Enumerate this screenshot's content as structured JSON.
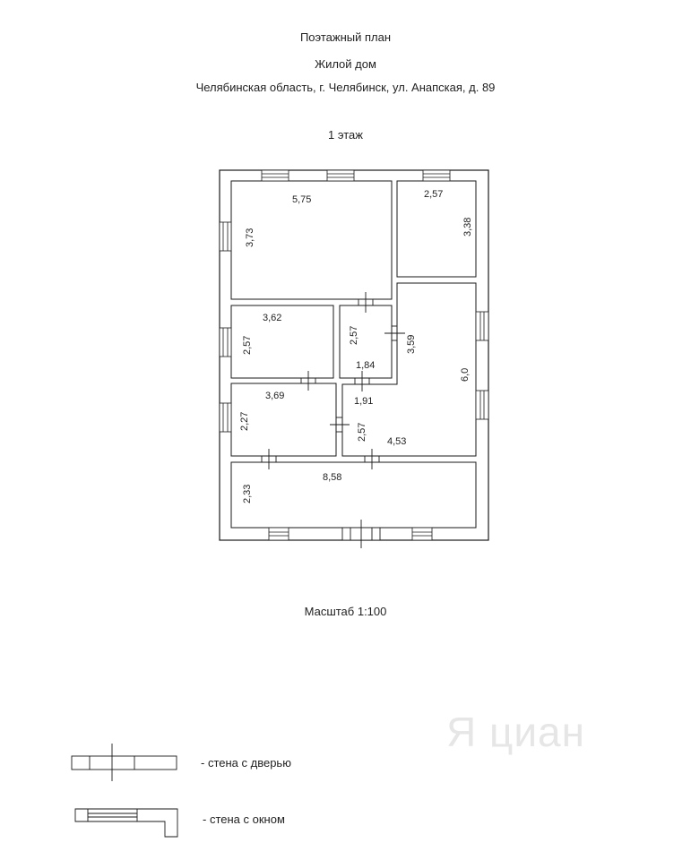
{
  "header": {
    "title": "Поэтажный план",
    "building": "Жилой дом",
    "address": "Челябинская область, г. Челябинск, ул. Анапская, д. 89",
    "floor": "1 этаж"
  },
  "scale": "Масштаб 1:100",
  "rooms": [
    {
      "id": "room-top-left",
      "width": "5,75",
      "height": "3,73"
    },
    {
      "id": "room-top-right",
      "width": "2,57",
      "height": "3,38"
    },
    {
      "id": "room-mid-left",
      "width": "3,62",
      "height": "2,57"
    },
    {
      "id": "room-small-center",
      "width": "1,84",
      "height": "2,57"
    },
    {
      "id": "room-corridor",
      "width": "1,91",
      "height": "3,59"
    },
    {
      "id": "room-right-tall",
      "width": "4,53",
      "height": "6,0"
    },
    {
      "id": "room-lower-left",
      "width": "3,69",
      "height": "2,27"
    },
    {
      "id": "room-lower-center",
      "width": "",
      "height": "2,57"
    },
    {
      "id": "room-bottom",
      "width": "8,58",
      "height": "2,33"
    }
  ],
  "legend": {
    "door": "- стена с дверью",
    "window": "- стена с окном"
  },
  "watermark": "Я циан"
}
